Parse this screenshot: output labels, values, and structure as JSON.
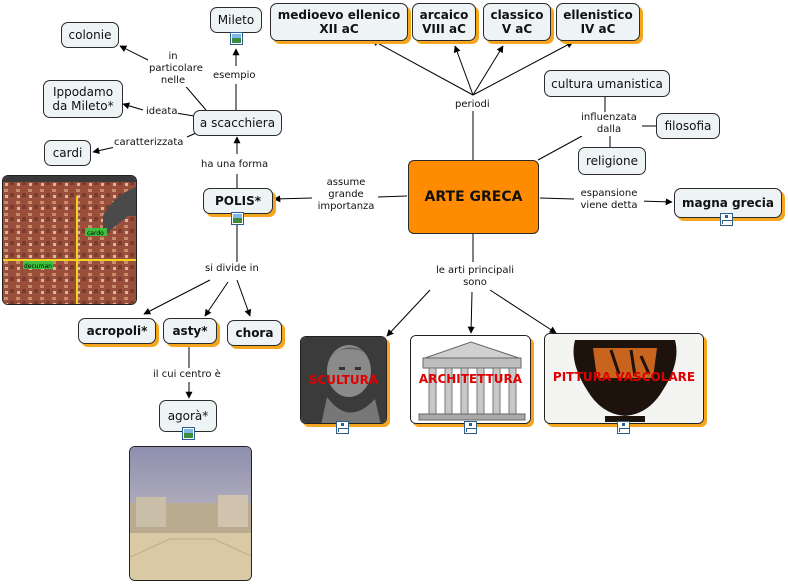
{
  "main": "ARTE GRECA",
  "periods": [
    {
      "line1": "medioevo ellenico",
      "line2": "XII aC"
    },
    {
      "line1": "arcaico",
      "line2": "VIII aC"
    },
    {
      "line1": "classico",
      "line2": "V aC"
    },
    {
      "line1": "ellenistico",
      "line2": "IV aC"
    }
  ],
  "links": {
    "periodi": "periodi",
    "influenzata_dalla": "influenzata dalla",
    "espansione_viene_detta": "espansione viene detta",
    "le_arti_principali_sono": "le arti principali sono",
    "assume_grande_importanza": "assume grande importanza",
    "ha_una_forma": "ha una forma",
    "esempio": "esempio",
    "in_particolare_nelle": "in particolare nelle",
    "ideata": "ideata",
    "caratterizzata": "caratterizzata",
    "si_divide_in": "si divide in",
    "il_cui_centro_e": "il cui centro è"
  },
  "concepts": {
    "cultura_umanistica": "cultura umanistica",
    "filosofia": "filosofia",
    "religione": "religione",
    "magna_grecia": "magna grecia",
    "polis": "POLIS*",
    "a_scacchiera": "a scacchiera",
    "mileto": "Mileto",
    "colonie": "colonie",
    "ippodamo": "Ippodamo da Mileto*",
    "cardi": "cardi",
    "acropoli": "acropoli*",
    "asty": "asty*",
    "chora": "chora",
    "agora": "agorà*"
  },
  "arts": [
    "SCULTURA",
    "ARCHITETTURA",
    "PITTURA VASCOLARE"
  ],
  "map_labels": {
    "cardo": "cardo",
    "decuman": "decuman"
  },
  "icons": [
    "image-icon",
    "submap-icon"
  ],
  "colors": {
    "main": "#ff8c00",
    "node_fill": "#eef3f5",
    "shadow": "#f6a51f",
    "art_text": "#e00000"
  }
}
